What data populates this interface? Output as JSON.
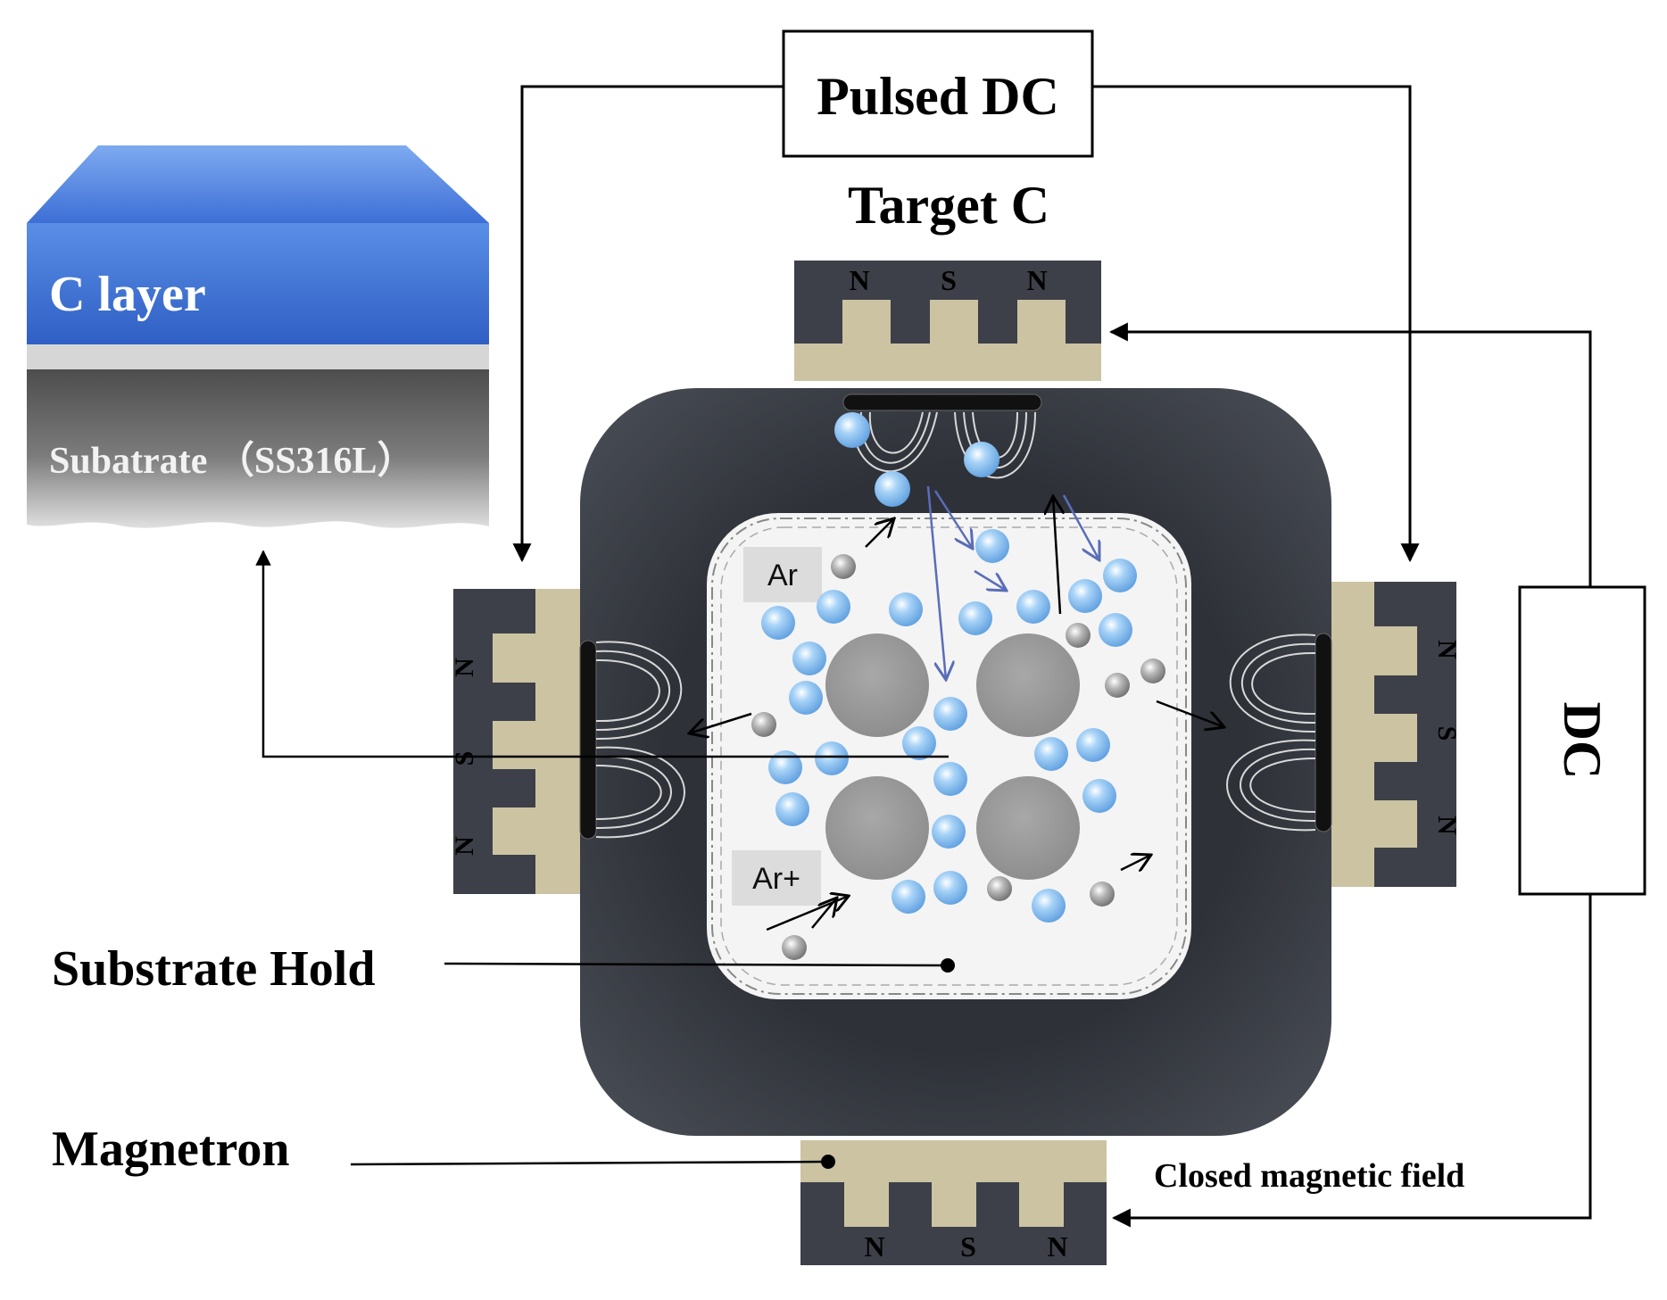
{
  "labels": {
    "pulsed_dc": "Pulsed DC",
    "target": "Target C",
    "dc": "DC",
    "c_layer": "C layer",
    "substrate_material": "Subatrate （SS316L）",
    "substrate_hold": "Substrate Hold",
    "magnetron": "Magnetron",
    "closed_field": "Closed magnetic field",
    "ar": "Ar",
    "ar_ion": "Ar+"
  },
  "poles": {
    "top": [
      "N",
      "S",
      "N"
    ],
    "bottom": [
      "N",
      "S",
      "N"
    ],
    "left": [
      "N",
      "S",
      "N"
    ],
    "right": [
      "N",
      "S",
      "N"
    ]
  },
  "colors": {
    "chamber": "#3e4148",
    "magnet_dark": "#3d4048",
    "magnet_pole": "#cbc3a2",
    "c_layer": "#3f6fd4",
    "substrate": "#6e6e6e",
    "particle": "#7fb6ea",
    "plasma_bg": "#f3f3f3",
    "holder": "#9a9a9a",
    "arrow_blue": "#5a6db8"
  }
}
